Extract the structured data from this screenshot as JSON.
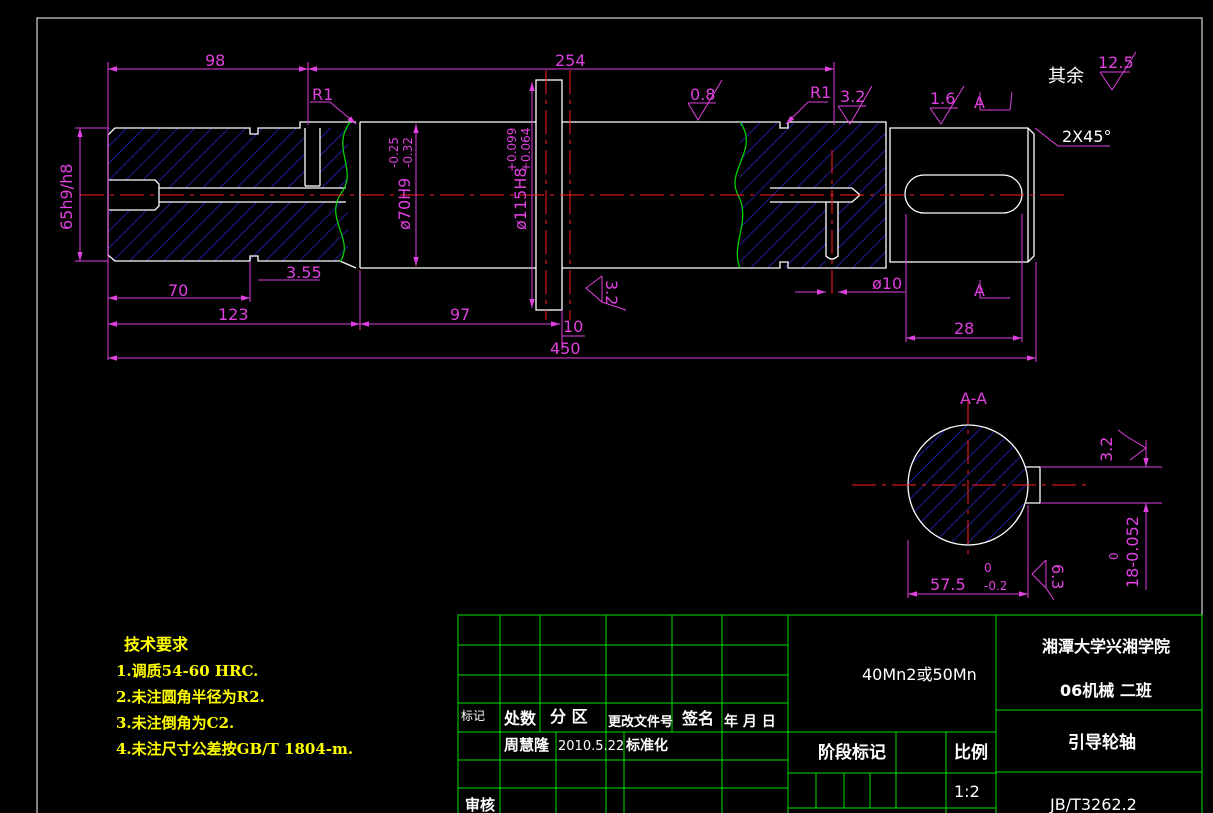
{
  "colors": {
    "background": "#000000",
    "outline": "#ffffff",
    "dimension": "#e040e0",
    "hatch": "#3030ff",
    "centerline": "#ff2020",
    "break_line": "#00e000",
    "notes": "#ffff00",
    "title_grid": "#00e000"
  },
  "dimensions": {
    "d98": "98",
    "d254": "254",
    "d70": "70",
    "d355": "3.55",
    "d123": "123",
    "d97": "97",
    "d10": "10",
    "d450": "450",
    "phi10": "ø10",
    "d28": "28",
    "chamfer": "2X45°",
    "r1_left": "R1",
    "r1_right": "R1",
    "dia65": "65h9/h8",
    "dia70": "ø70H9",
    "dia70_upper": "-0.25",
    "dia70_lower": "-0.32",
    "dia115": "ø115H8",
    "dia115_upper": "+0.099",
    "dia115_lower": "+0.064",
    "section_label": "A-A",
    "section_mark": "A",
    "sec_575": "57.5",
    "sec_575_upper": "0",
    "sec_575_lower": "-0.2",
    "sec_18": "18-0.052",
    "sec_18_upper": "0"
  },
  "roughness": {
    "rest_label": "其余",
    "rest": "12.5",
    "r08": "0.8",
    "r32_top": "3.2",
    "r16": "1.6",
    "r32_bottom": "3.2",
    "r32_section": "3.2",
    "r63_section": "6.3"
  },
  "notes": {
    "title": "技术要求",
    "items": [
      "1.调质54-60 HRC.",
      "2.未注圆角半径为R2.",
      "3.未注倒角为C2.",
      "4.未注尺寸公差按GB/T 1804-m."
    ]
  },
  "title_block": {
    "mark": "标记",
    "count": "处数",
    "zone": "分 区",
    "change_doc": "更改文件号",
    "signature": "签名",
    "date_ymd": "年 月 日",
    "designer": "周慧隆",
    "design_date": "2010.5.22",
    "standardization": "标准化",
    "review": "审核",
    "material": "40Mn2或50Mn",
    "stage_mark": "阶段标记",
    "scale_label": "比例",
    "scale": "1:2",
    "school": "湘潭大学兴湘学院",
    "class": "06机械 二班",
    "part_name": "引导轮轴",
    "drawing_no": "JB/T3262.2"
  }
}
